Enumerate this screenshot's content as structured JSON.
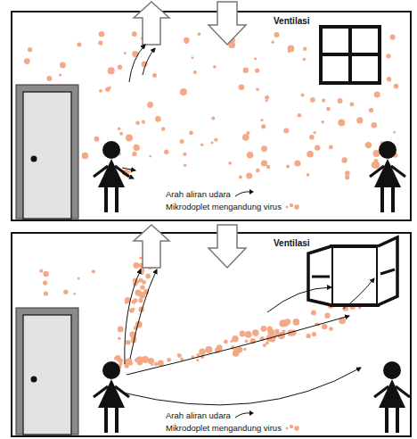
{
  "diagram": {
    "nodes": [
      {
        "text": [
          "Ventilasi"
        ]
      },
      {
        "text": [
          "Ventilasi"
        ]
      }
    ],
    "legend": [
      {
        "text": "Arah aliran udara"
      },
      {
        "text": "Mikrodoplet mengandung virus"
      },
      {
        "text": "Arah aliran udara"
      },
      {
        "text": "Mikrodoplet mengandung virus"
      }
    ]
  }
}
